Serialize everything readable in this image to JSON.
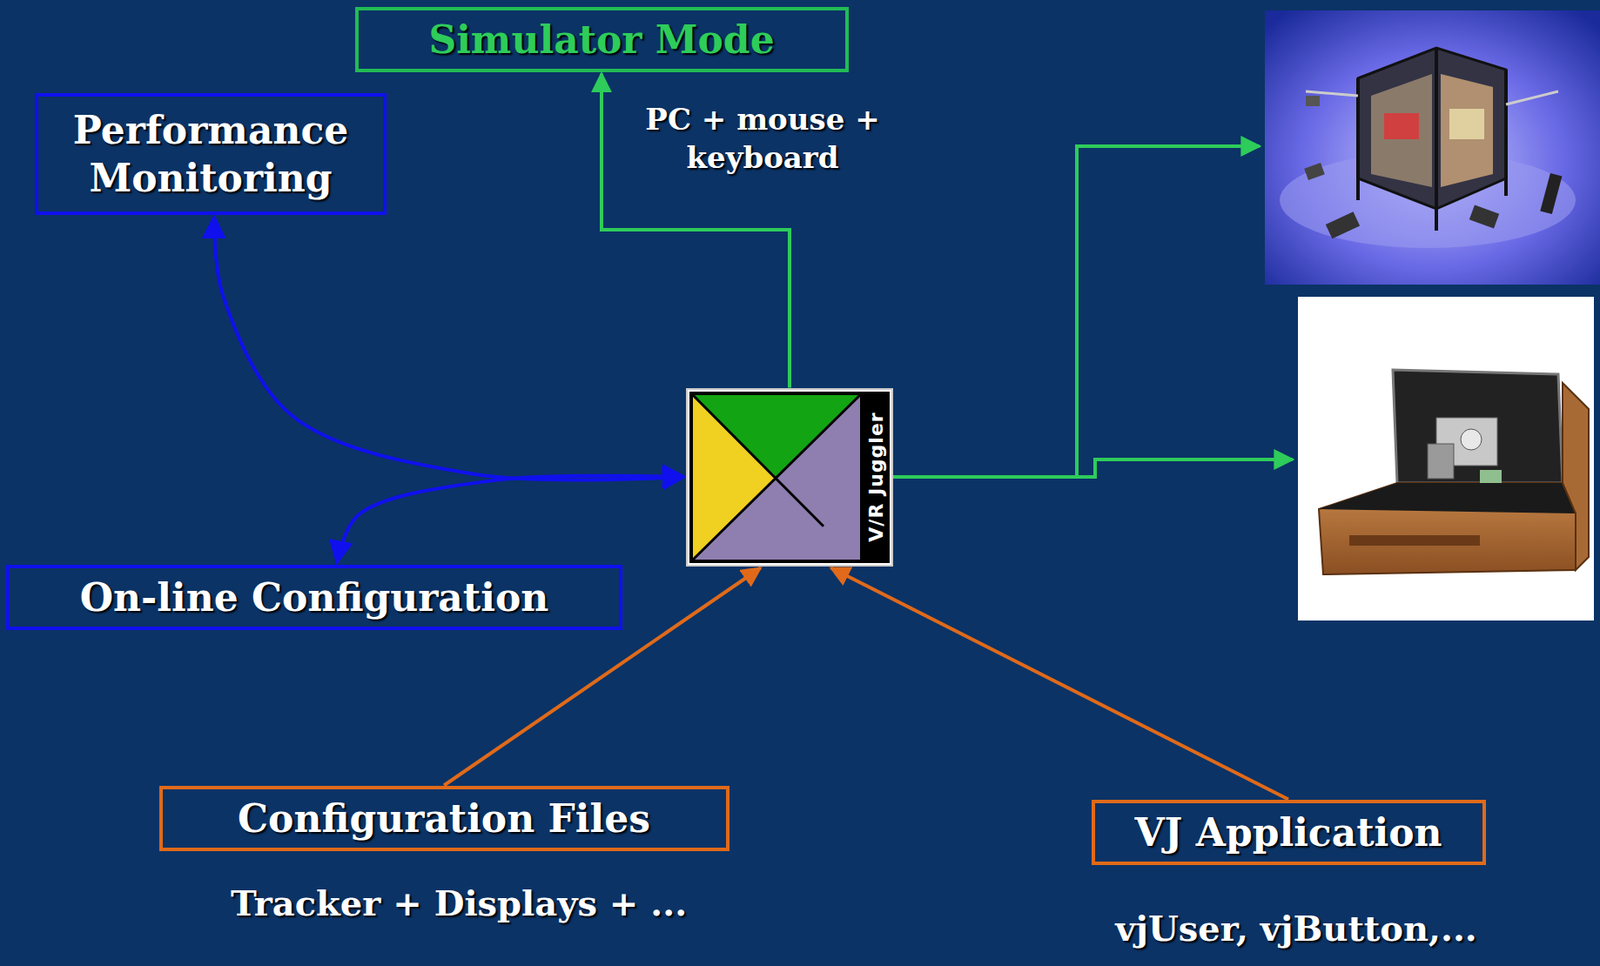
{
  "diagram": {
    "nodes": [
      {
        "text": [
          "Simulator Mode"
        ]
      },
      {
        "text": [
          "Performance Monitoring"
        ]
      },
      {
        "text": [
          "On-line Configuration"
        ]
      },
      {
        "text": [
          "V/R Juggler"
        ]
      },
      {
        "text": [
          "Configuration Files"
        ]
      },
      {
        "text": [
          "VJ Application"
        ]
      }
    ],
    "edges": [
      {
        "from": 3,
        "to": 0,
        "arrow": "to",
        "label": "PC + mouse + keyboard"
      },
      {
        "from": 1,
        "to": 3,
        "arrow": "both"
      },
      {
        "from": 2,
        "to": 3,
        "arrow": "both"
      },
      {
        "from": 4,
        "to": 3,
        "arrow": "to"
      },
      {
        "from": 5,
        "to": 3,
        "arrow": "to"
      }
    ],
    "labels": [
      "Tracker + Displays + ...",
      "vjUser, vjButton,..."
    ]
  }
}
